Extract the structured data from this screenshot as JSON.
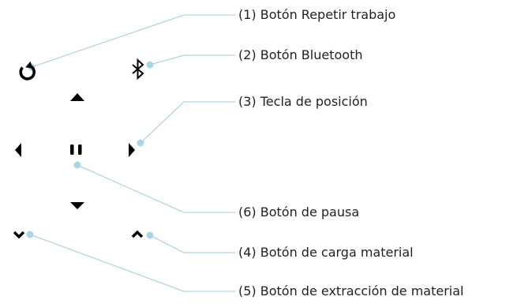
{
  "colors": {
    "background": "#ffffff",
    "icon": "#000000",
    "leader_line": "#9ccbd8",
    "dot": "#a9d6e5",
    "label_text": "#222222"
  },
  "controls": [
    {
      "key": "repeat",
      "icon": "repeat-icon"
    },
    {
      "key": "bluetooth",
      "icon": "bluetooth-icon"
    },
    {
      "key": "arrow_up",
      "icon": "triangle-up-icon"
    },
    {
      "key": "arrow_left",
      "icon": "triangle-left-icon"
    },
    {
      "key": "pause",
      "icon": "pause-icon"
    },
    {
      "key": "arrow_right",
      "icon": "triangle-right-icon"
    },
    {
      "key": "arrow_down",
      "icon": "triangle-down-icon"
    },
    {
      "key": "unload",
      "icon": "chevron-down-icon"
    },
    {
      "key": "load",
      "icon": "chevron-up-icon"
    }
  ],
  "callouts": [
    {
      "label": "(1) Botón Repetir trabajo"
    },
    {
      "label": "(2) Botón Bluetooth"
    },
    {
      "label": "(3) Tecla de posición"
    },
    {
      "label": "(6) Botón de pausa"
    },
    {
      "label": "(4) Botón de carga material"
    },
    {
      "label": "(5) Botón de extracción de material"
    }
  ]
}
